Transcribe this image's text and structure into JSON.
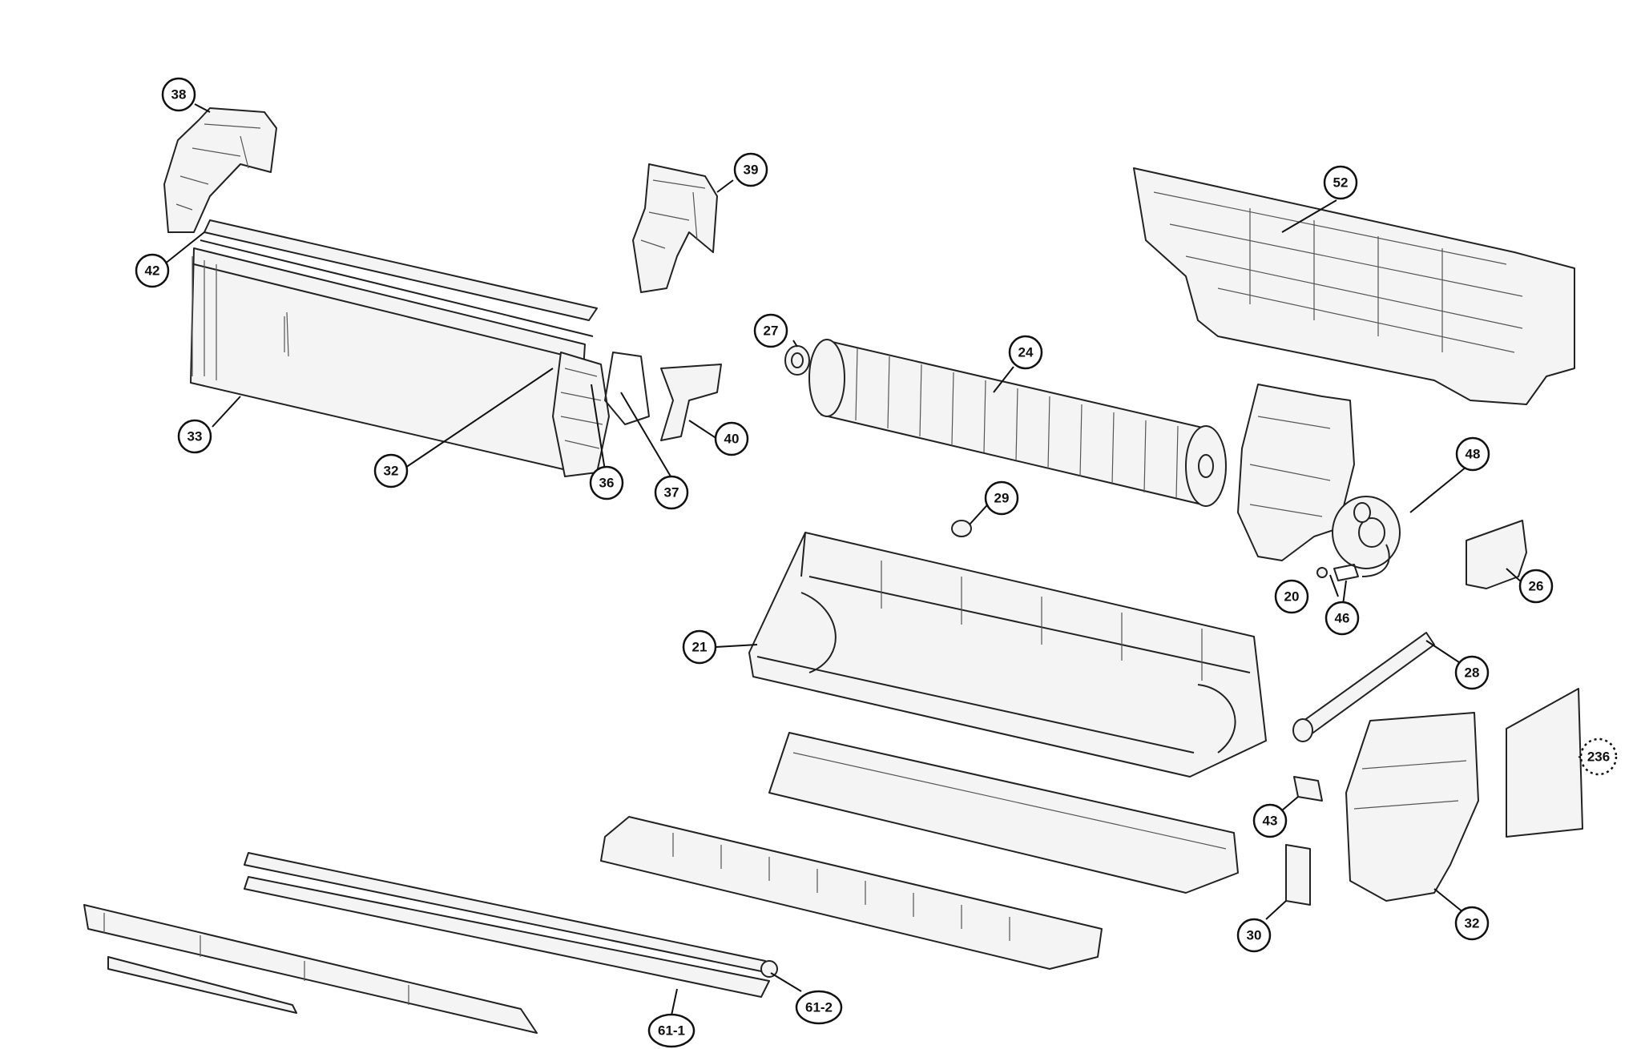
{
  "callouts": [
    {
      "id": "c38",
      "label": "38"
    },
    {
      "id": "c39",
      "label": "39"
    },
    {
      "id": "c52",
      "label": "52"
    },
    {
      "id": "c42",
      "label": "42"
    },
    {
      "id": "c27",
      "label": "27"
    },
    {
      "id": "c24",
      "label": "24"
    },
    {
      "id": "c33",
      "label": "33"
    },
    {
      "id": "c32a",
      "label": "32"
    },
    {
      "id": "c36",
      "label": "36"
    },
    {
      "id": "c37",
      "label": "37"
    },
    {
      "id": "c40",
      "label": "40"
    },
    {
      "id": "c48",
      "label": "48"
    },
    {
      "id": "c29",
      "label": "29"
    },
    {
      "id": "c20",
      "label": "20"
    },
    {
      "id": "c46",
      "label": "46"
    },
    {
      "id": "c26",
      "label": "26"
    },
    {
      "id": "c21",
      "label": "21"
    },
    {
      "id": "c28",
      "label": "28"
    },
    {
      "id": "c236",
      "label": "236"
    },
    {
      "id": "c43",
      "label": "43"
    },
    {
      "id": "c32b",
      "label": "32"
    },
    {
      "id": "c30",
      "label": "30"
    },
    {
      "id": "c61-2",
      "label": "61-2"
    },
    {
      "id": "c61-1",
      "label": "61-1"
    }
  ]
}
